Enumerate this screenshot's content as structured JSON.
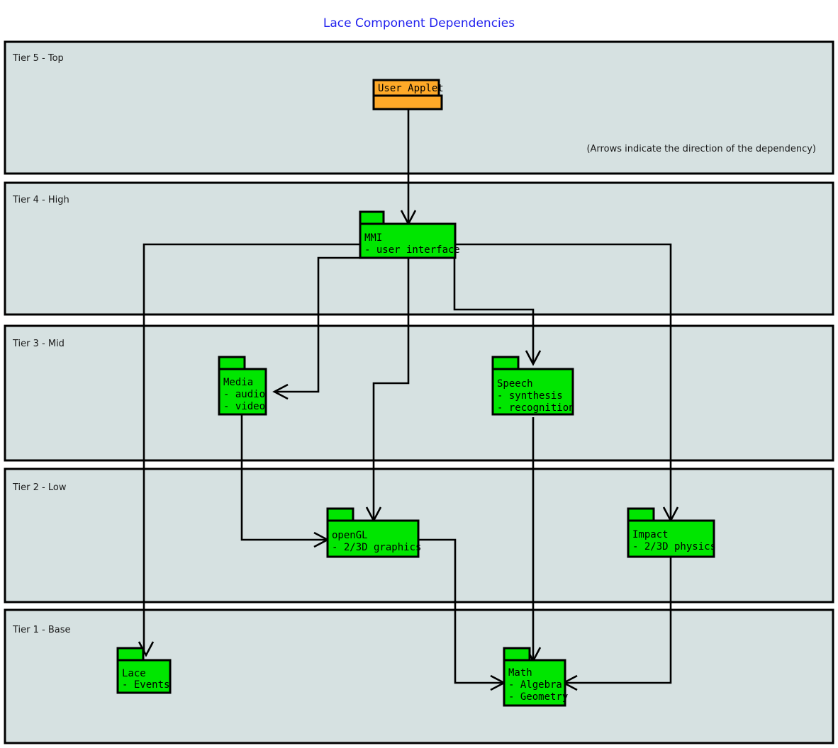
{
  "title": "Lace Component Dependencies",
  "note": "(Arrows indicate the direction of the dependency)",
  "colors": {
    "title": "#2222ee",
    "tier_fill": "#d6e1e1",
    "tier_stroke": "#000000",
    "package_green": "#00e600",
    "package_orange": "#ffa928",
    "line": "#000000"
  },
  "tiers": [
    {
      "id": "tier5",
      "label": "Tier 5 - Top"
    },
    {
      "id": "tier4",
      "label": "Tier 4 - High"
    },
    {
      "id": "tier3",
      "label": "Tier 3 - Mid"
    },
    {
      "id": "tier2",
      "label": "Tier 2 - Low"
    },
    {
      "id": "tier1",
      "label": "Tier 1 - Base"
    }
  ],
  "packages": [
    {
      "id": "user-applet",
      "tier": "tier5",
      "name": "User Applet",
      "details": [],
      "color": "#ffa928"
    },
    {
      "id": "mmi",
      "tier": "tier4",
      "name": "MMI",
      "details": [
        "- user interface"
      ],
      "color": "#00e600"
    },
    {
      "id": "media",
      "tier": "tier3",
      "name": "Media",
      "details": [
        "- audio",
        "- video"
      ],
      "color": "#00e600"
    },
    {
      "id": "speech",
      "tier": "tier3",
      "name": "Speech",
      "details": [
        "- synthesis",
        "- recognition"
      ],
      "color": "#00e600"
    },
    {
      "id": "opengl",
      "tier": "tier2",
      "name": "openGL",
      "details": [
        "- 2/3D graphics"
      ],
      "color": "#00e600"
    },
    {
      "id": "impact",
      "tier": "tier2",
      "name": "Impact",
      "details": [
        "- 2/3D physics"
      ],
      "color": "#00e600"
    },
    {
      "id": "lace",
      "tier": "tier1",
      "name": "Lace",
      "details": [
        "- Events"
      ],
      "color": "#00e600"
    },
    {
      "id": "math",
      "tier": "tier1",
      "name": "Math",
      "details": [
        "- Algebra",
        "- Geometry"
      ],
      "color": "#00e600"
    }
  ],
  "dependencies": [
    {
      "from": "user-applet",
      "to": "mmi"
    },
    {
      "from": "mmi",
      "to": "media"
    },
    {
      "from": "mmi",
      "to": "speech"
    },
    {
      "from": "mmi",
      "to": "opengl"
    },
    {
      "from": "mmi",
      "to": "impact"
    },
    {
      "from": "mmi",
      "to": "lace"
    },
    {
      "from": "media",
      "to": "opengl"
    },
    {
      "from": "speech",
      "to": "math"
    },
    {
      "from": "opengl",
      "to": "math"
    },
    {
      "from": "impact",
      "to": "math"
    }
  ]
}
